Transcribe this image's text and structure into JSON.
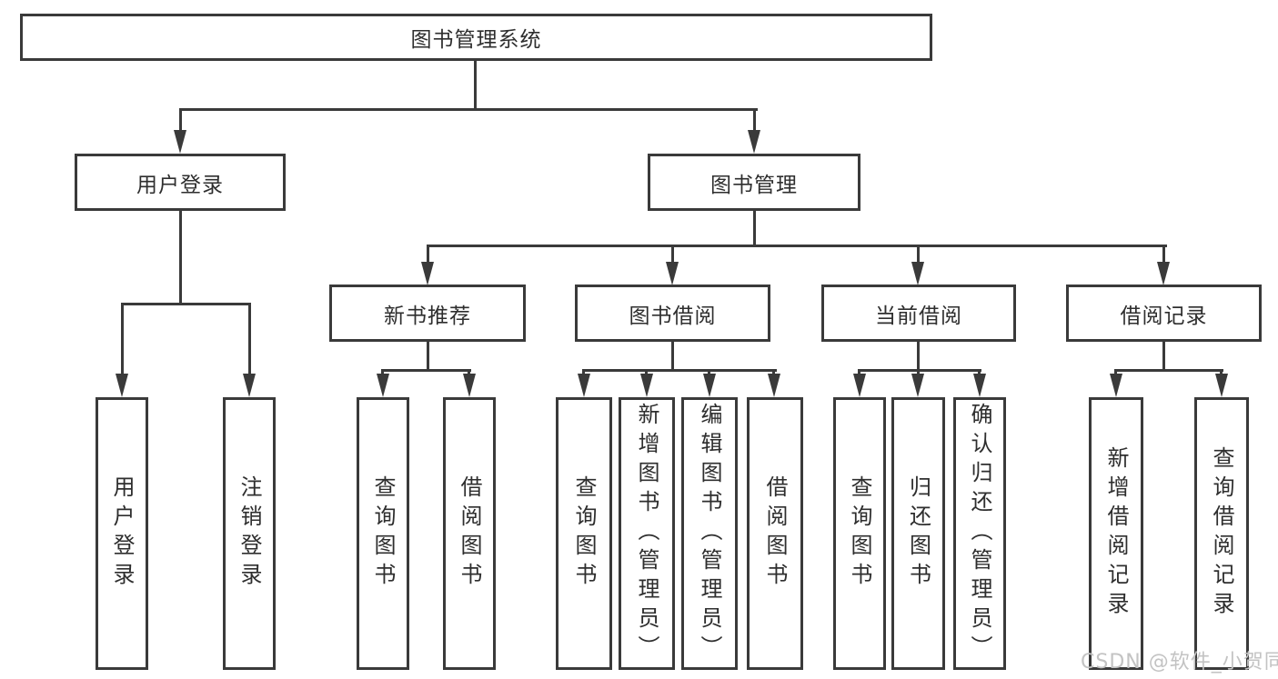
{
  "nodes": {
    "root": "图书管理系统",
    "level2": [
      "用户登录",
      "图书管理"
    ],
    "level3": [
      "新书推荐",
      "图书借阅",
      "当前借阅",
      "借阅记录"
    ],
    "user_login_children": [
      "用户登录",
      "注销登录"
    ],
    "new_book_children": [
      "查询图书",
      "借阅图书"
    ],
    "book_borrow_children": [
      "查询图书",
      "新增图书（管理员）",
      "编辑图书（管理员）",
      "借阅图书"
    ],
    "current_borrow_children": [
      "查询图书",
      "归还图书",
      "确认归还（管理员）"
    ],
    "record_children": [
      "新增借阅记录",
      "查询借阅记录"
    ]
  },
  "watermark": "CSDN @软件_小贺同学",
  "colors": {
    "line": "#3a3a3a",
    "text": "#2e2e2e",
    "watermark": "#c3c3c3",
    "background": "#ffffff"
  }
}
